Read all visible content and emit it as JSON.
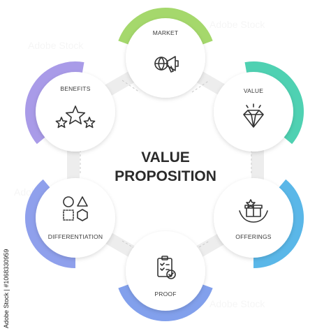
{
  "title_line1": "VALUE",
  "title_line2": "PROPOSITION",
  "nodes": [
    {
      "label": "MARKET",
      "color": "#a5d86c",
      "icon": "megaphone-globe-icon"
    },
    {
      "label": "VALUE",
      "color": "#4fd1b2",
      "icon": "diamond-icon"
    },
    {
      "label": "OFFERINGS",
      "color": "#5ab7e8",
      "icon": "gift-box-hands-icon"
    },
    {
      "label": "PROOF",
      "color": "#82a0ec",
      "icon": "clipboard-checklist-icon"
    },
    {
      "label": "DIFFERENTIATION",
      "color": "#8fa0ec",
      "icon": "shapes-icon"
    },
    {
      "label": "BENEFITS",
      "color": "#a99be8",
      "icon": "stars-icon"
    }
  ],
  "stock_id": "Adobe Stock | #1068330959"
}
